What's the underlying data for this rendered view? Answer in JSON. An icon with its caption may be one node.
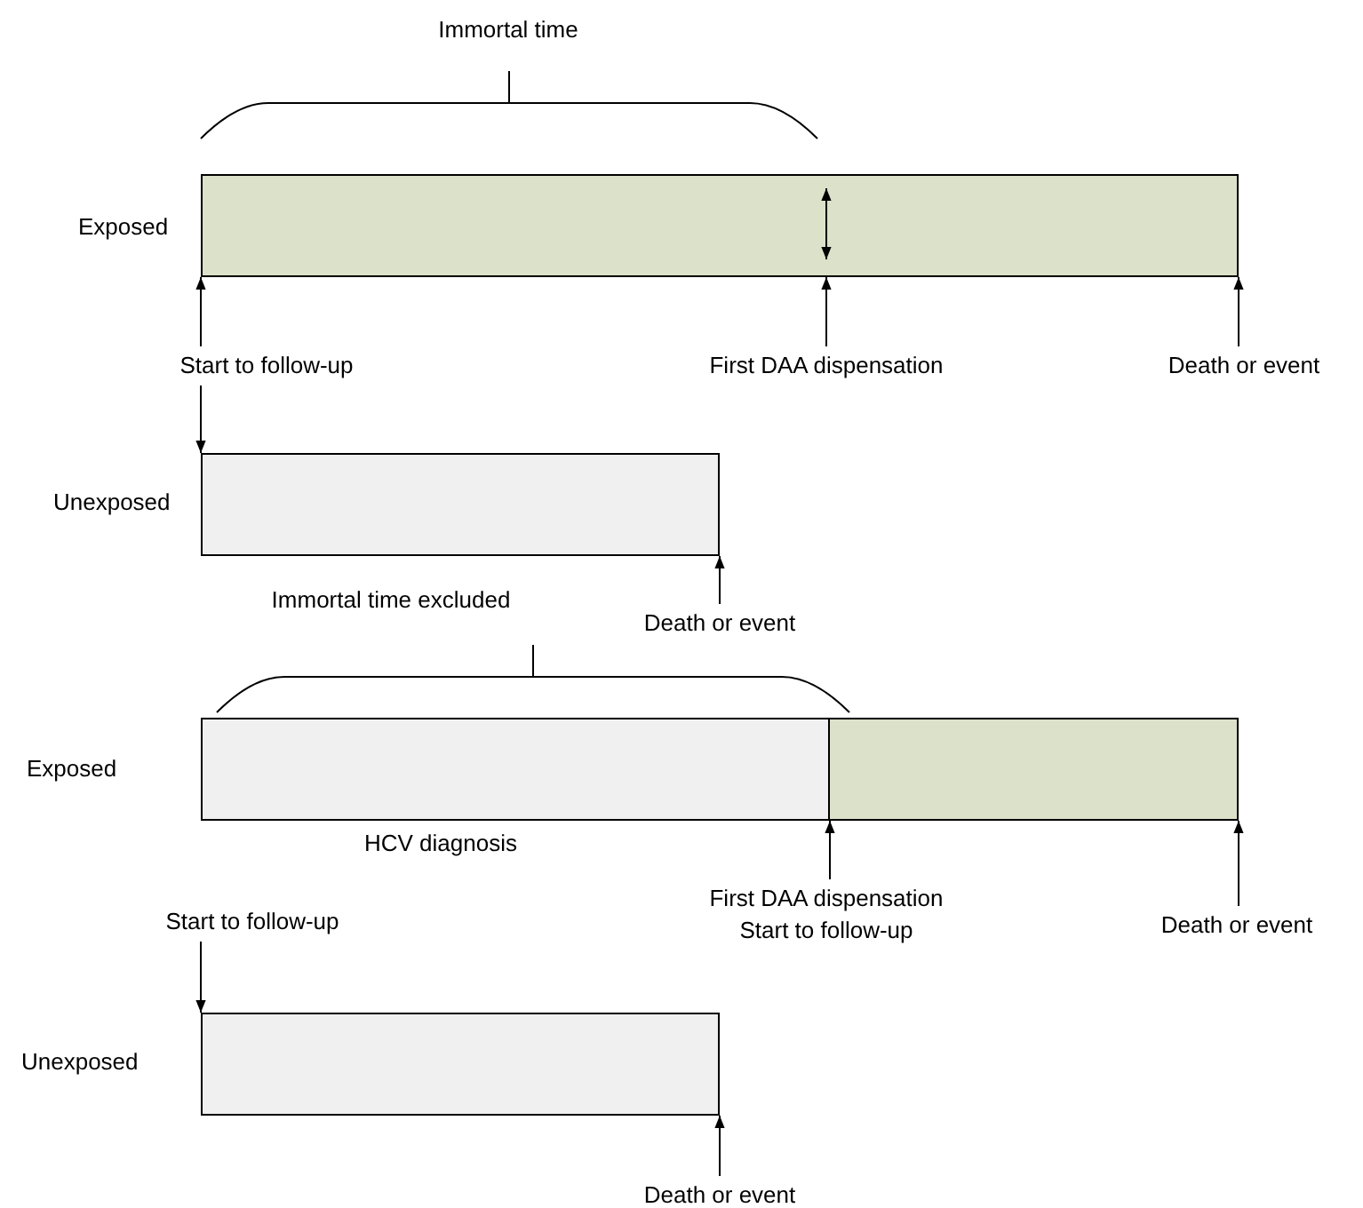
{
  "diagram": {
    "nodes": [
      {
        "text": [],
        "shape": "bar",
        "beside": [
          "Exposed"
        ]
      },
      {
        "text": [
          "Start to follow-up"
        ]
      },
      {
        "text": [
          "First DAA dispensation"
        ]
      },
      {
        "text": [
          "Death or event"
        ]
      },
      {
        "text": [],
        "shape": "bar",
        "beside": [
          "Unexposed"
        ]
      },
      {
        "text": [
          "Death or event"
        ]
      },
      {
        "text": [],
        "shape": "bar",
        "beside": [
          "Exposed",
          "HCV diagnosis"
        ]
      },
      {
        "text": [],
        "shape": "bar"
      },
      {
        "text": [
          "First DAA dispensation",
          "Start to follow-up"
        ]
      },
      {
        "text": [
          "Death or event"
        ]
      },
      {
        "text": [
          "Start to follow-up"
        ]
      },
      {
        "text": [],
        "shape": "bar",
        "beside": [
          "Unexposed"
        ]
      },
      {
        "text": [
          "Death or event"
        ]
      }
    ],
    "edges": [
      {
        "from": 1,
        "to": 0,
        "arrow": "to"
      },
      {
        "from": 2,
        "to": 0,
        "arrow": "to"
      },
      {
        "from": 3,
        "to": 0,
        "arrow": "to"
      },
      {
        "from": 1,
        "to": 4,
        "arrow": "to"
      },
      {
        "from": 5,
        "to": 4,
        "arrow": "to"
      },
      {
        "from": 8,
        "to": 7,
        "arrow": "to"
      },
      {
        "from": 9,
        "to": 7,
        "arrow": "to"
      },
      {
        "from": 10,
        "to": 11,
        "arrow": "to"
      },
      {
        "from": 12,
        "to": 11,
        "arrow": "to"
      }
    ],
    "labels": [
      "Immortal time",
      "Immortal time excluded"
    ]
  }
}
